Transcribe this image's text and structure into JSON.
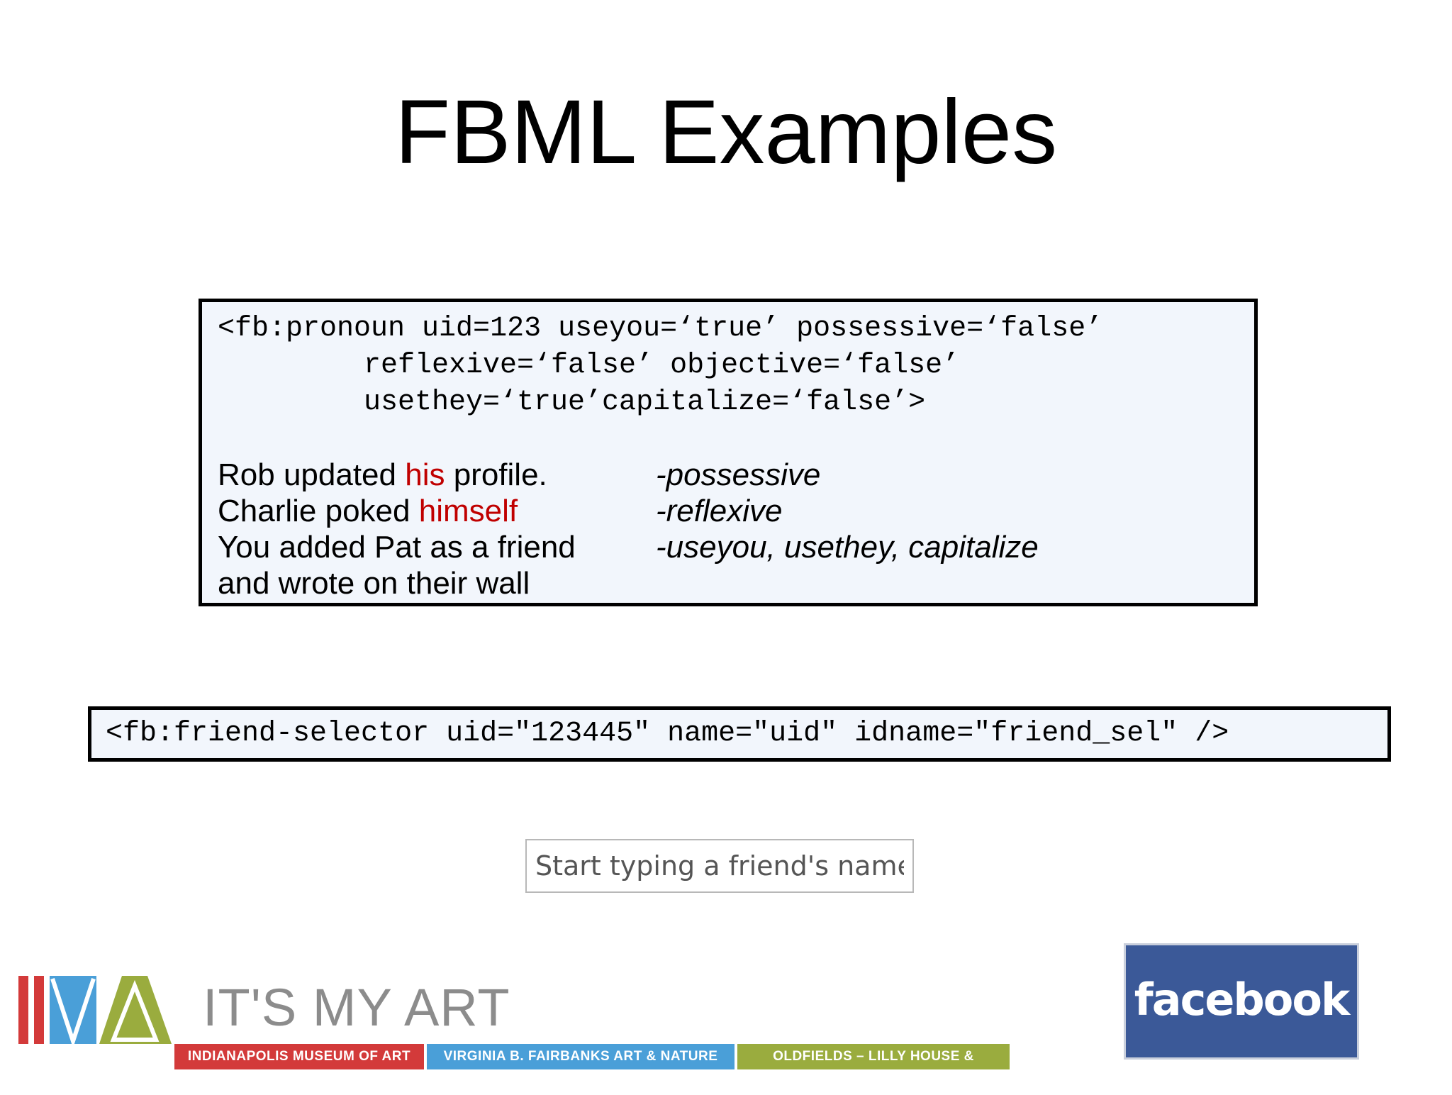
{
  "title": "FBML Examples",
  "pronoun_box": {
    "code_line1": "<fb:pronoun uid=123 useyou=‘true’ possessive=‘false’",
    "code_line2": "reflexive=‘false’ objective=‘false’",
    "code_line3": "usethey=‘true’capitalize=‘false’>",
    "examples": [
      {
        "before": "Rob updated ",
        "highlight": "his",
        "after": " profile.",
        "note": "-possessive"
      },
      {
        "before": "Charlie poked ",
        "highlight": "himself",
        "after": "",
        "note": "-reflexive"
      },
      {
        "before": "You added Pat as a friend",
        "highlight": "",
        "after": "",
        "note": "-useyou, usethey, capitalize"
      },
      {
        "before": "and wrote on their wall",
        "highlight": "",
        "after": "",
        "note": ""
      }
    ]
  },
  "selector_box": {
    "code": "<fb:friend-selector uid=\"123445\" name=\"uid\" idname=\"friend_sel\" />"
  },
  "friend_selector": {
    "placeholder": "Start typing a friend's name"
  },
  "ima_logo": {
    "mark": "IMA",
    "tagline": "IT'S MY ART",
    "band1": "INDIANAPOLIS MUSEUM OF ART",
    "band2": "VIRGINIA B. FAIRBANKS ART & NATURE PARK",
    "band3": "OLDFIELDS – LILLY HOUSE & GARDENS"
  },
  "facebook_logo": {
    "text": "facebook"
  },
  "colors": {
    "highlight_red": "#c00000",
    "box_background": "#f2f6fc",
    "facebook_blue": "#3b5998"
  }
}
